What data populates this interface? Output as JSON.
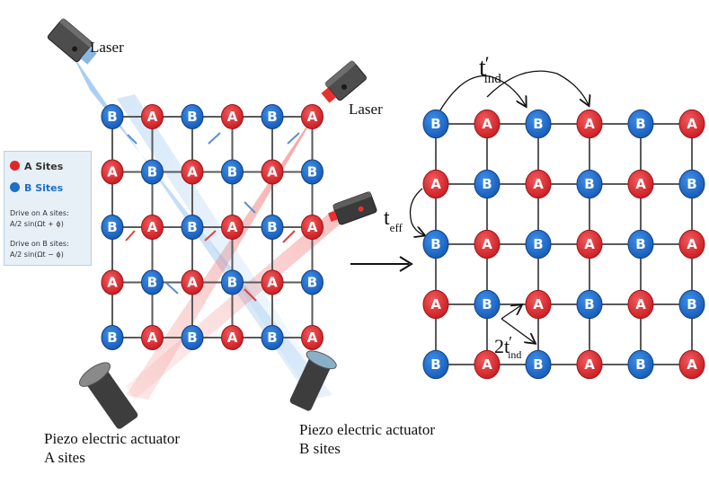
{
  "legend": {
    "a_label": "A Sites",
    "b_label": "B Sites",
    "drive_a_title": "Drive on A sites:",
    "drive_a_formula": "A/2 sin(Ωt + ϕ)",
    "drive_b_title": "Drive on B sites:",
    "drive_b_formula": "A/2 sin(Ωt − ϕ)"
  },
  "labels": {
    "laser_top": "Laser",
    "laser_right": "Laser",
    "piezo_a_line1": "Piezo electric actuator",
    "piezo_a_line2": "A sites",
    "piezo_b_line1": "Piezo electric actuator",
    "piezo_b_line2": "B sites",
    "t_ind_main": "t",
    "t_ind_sup": "′",
    "t_ind_sub": "ind",
    "t_eff_main": "t",
    "t_eff_sub": "eff",
    "two_t_main": "2t",
    "two_t_sup": "′",
    "two_t_sub": "ind"
  },
  "colors": {
    "site_a": "#e0262b",
    "site_b": "#1d6fcb",
    "laser_red": "#e8302f",
    "laser_blue": "#4f9de0",
    "bond": "#5a5a5a"
  },
  "left_lattice": [
    [
      "B",
      "A",
      "B",
      "A",
      "B",
      "A"
    ],
    [
      "A",
      "B",
      "A",
      "B",
      "A",
      "B"
    ],
    [
      "B",
      "A",
      "B",
      "A",
      "B",
      "A"
    ],
    [
      "A",
      "B",
      "A",
      "B",
      "A",
      "B"
    ],
    [
      "B",
      "A",
      "B",
      "A",
      "B",
      "A"
    ]
  ],
  "right_lattice": [
    [
      "B",
      "A",
      "B",
      "A",
      "B",
      "A"
    ],
    [
      "A",
      "B",
      "A",
      "B",
      "A",
      "B"
    ],
    [
      "B",
      "A",
      "B",
      "A",
      "B",
      "A"
    ],
    [
      "A",
      "B",
      "A",
      "B",
      "A",
      "B"
    ],
    [
      "B",
      "A",
      "B",
      "A",
      "B",
      "A"
    ]
  ]
}
